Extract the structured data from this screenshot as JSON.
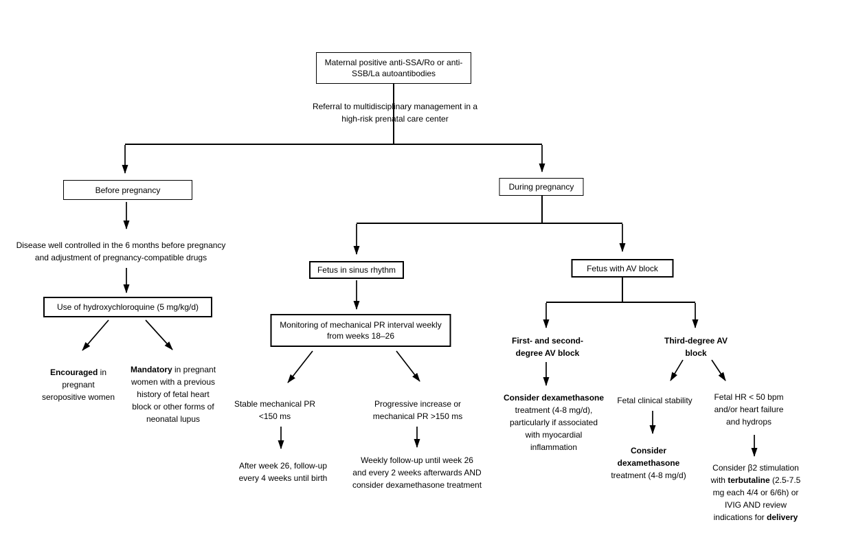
{
  "colors": {
    "background": "#ffffff",
    "line": "#000000",
    "text": "#000000"
  },
  "nodes": {
    "maternal": "Maternal positive anti-SSA/Ro or anti-\nSSB/La autoantibodies",
    "referral": "Referral to multidisciplinary management in a\nhigh-risk prenatal care center",
    "before_pregnancy": "Before pregnancy",
    "during_pregnancy": "During pregnancy",
    "disease_controlled": "Disease well controlled in the 6 months before pregnancy\nand adjustment of pregnancy-compatible drugs",
    "hydroxychloroquine": "Use of hydroxychloroquine (5 mg/kg/d)",
    "encouraged": {
      "bold": "Encouraged",
      "rest": " in\npregnant\nseropositive women"
    },
    "mandatory": {
      "bold": "Mandatory",
      "rest": " in pregnant\nwomen with a previous\nhistory of fetal heart\nblock or other forms of\nneonatal lupus"
    },
    "fetus_sinus_rhythm": "Fetus in sinus rhythm",
    "monitoring_pr": "Monitoring of mechanical PR interval weekly\nfrom weeks 18–26",
    "stable_pr": "Stable mechanical PR\n<150 ms",
    "progressive_pr": "Progressive increase or\nmechanical PR >150 ms",
    "after_week_26": "After week 26, follow-up\nevery 4 weeks until birth",
    "weekly_followup": "Weekly follow-up until week 26\nand every 2 weeks afterwards AND\nconsider dexamethasone treatment",
    "fetus_av_block": "Fetus with AV block",
    "first_second_degree": "First- and second-\ndegree AV block",
    "third_degree": "Third-degree AV\nblock",
    "consider_dex_inflammation": {
      "bold": "Consider dexamethasone",
      "rest": "\ntreatment (4-8 mg/d),\nparticularly if associated\nwith myocardial\ninflammation"
    },
    "fetal_stability": "Fetal clinical stability",
    "consider_dex": {
      "bold": "Consider\ndexamethasone",
      "rest": "\ntreatment (4-8 mg/d)"
    },
    "fetal_hr": "Fetal HR < 50 bpm\nand/or heart failure\nand hydrops",
    "beta2": {
      "pre": "Consider β2 stimulation\nwith ",
      "bold1": "terbutaline",
      "mid": " (2.5-7.5\nmg each 4/4 or 6/6h) or\nIVIG AND review\nindications for ",
      "bold2": "delivery"
    }
  }
}
